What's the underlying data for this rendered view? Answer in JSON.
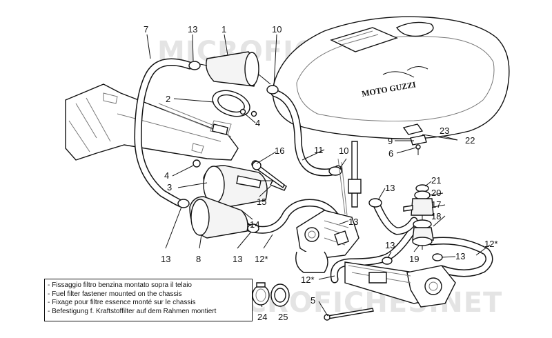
{
  "watermark": "MICROFICHES.NET",
  "brand_logo_text": "MOTO GUZZI",
  "callouts": {
    "c7": "7",
    "c13a": "13",
    "c1": "1",
    "c10a": "10",
    "c2": "2",
    "c4a": "4",
    "c16": "16",
    "c4b": "4",
    "c3": "3",
    "c15": "15",
    "c14": "14",
    "c11": "11",
    "c10b": "10",
    "c13b": "13",
    "c13c": "13",
    "c9": "9",
    "c23": "23",
    "c22": "22",
    "c6": "6",
    "c21": "21",
    "c20": "20",
    "c17": "17",
    "c18": "18",
    "c12a": "12*",
    "c13d": "13",
    "c19": "19",
    "c13e": "13",
    "c13f": "13",
    "c8": "8",
    "c13g": "13",
    "c12b": "12*",
    "c12c": "12*",
    "c5": "5",
    "c24": "24",
    "c25": "25"
  },
  "legend": {
    "line1": "- Fissaggio filtro benzina montato sopra il telaio",
    "line2": "- Fuel filter fastener mounted on the chassis",
    "line3": "- Fixage pour filtre essence monté sur le chassis",
    "line4": "- Befestigung f. Kraftstoffilter auf dem Rahmen montiert"
  }
}
